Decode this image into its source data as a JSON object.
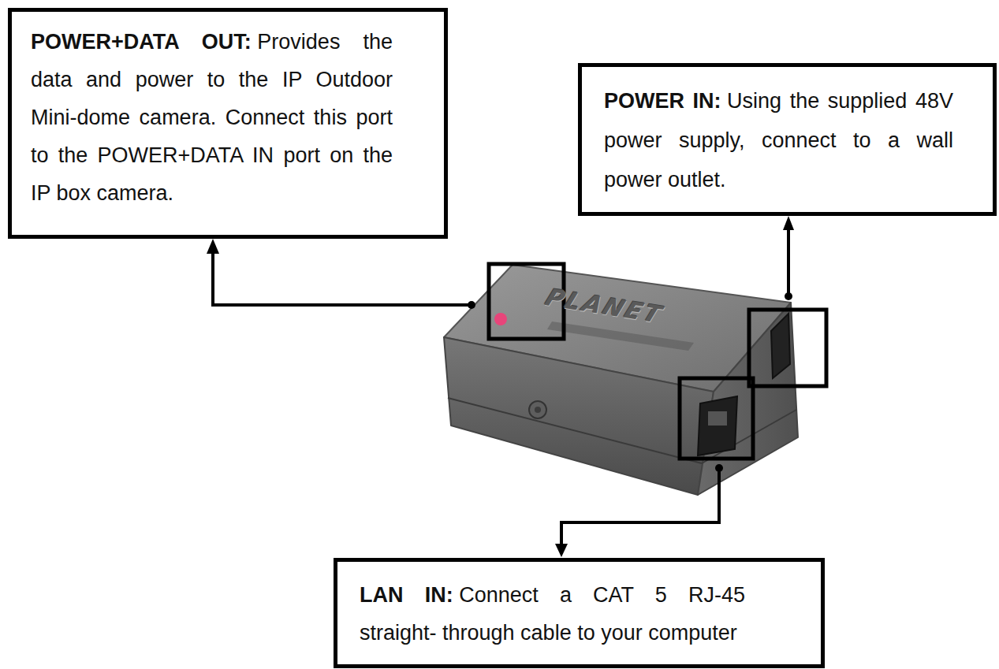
{
  "diagram": {
    "nodes": [
      {
        "text": [
          "POWER+DATA OUT:",
          "Provides the data and power to the IP Outdoor Mini-dome camera. Connect this port to the POWER+DATA IN port on the IP box camera."
        ]
      },
      {
        "text": [
          "POWER IN:",
          "Using the supplied 48V power supply, connect to a wall power outlet."
        ]
      },
      {
        "text": [
          "LAN IN:",
          "Connect a CAT 5 RJ-45 straight- through cable to your computer"
        ]
      }
    ],
    "labels": [
      "PLANET"
    ]
  }
}
